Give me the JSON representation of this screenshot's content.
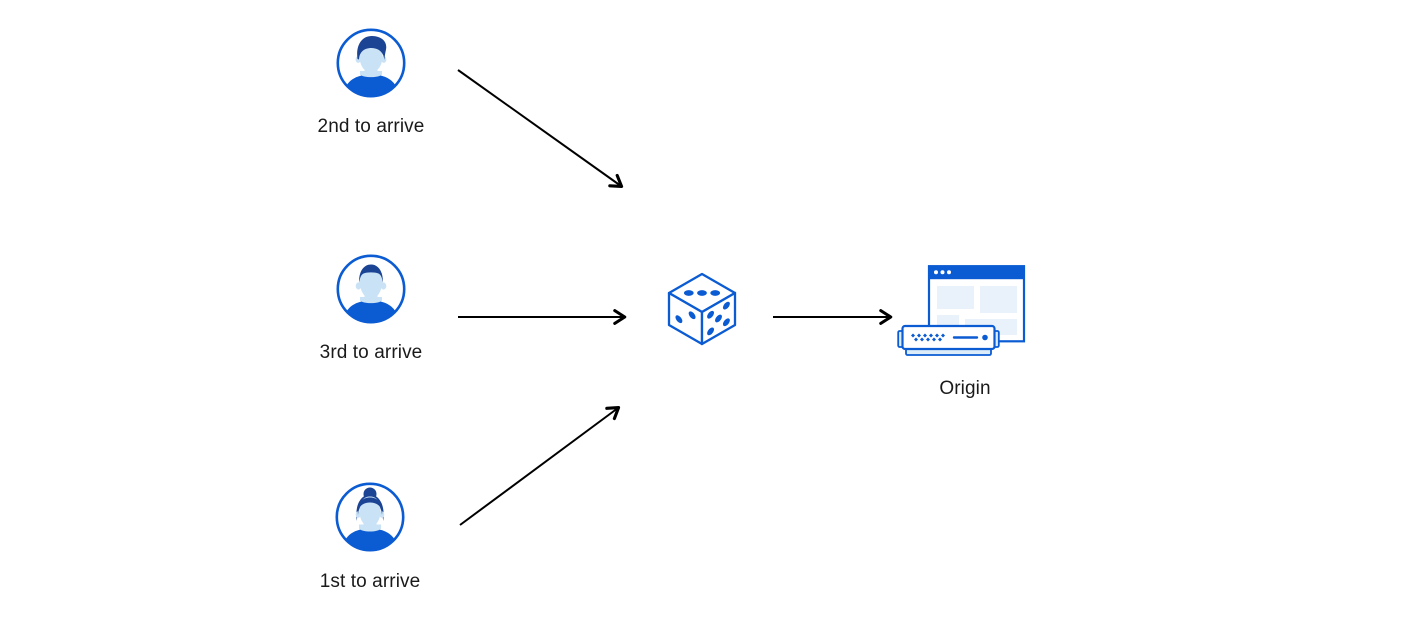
{
  "diagram": {
    "title": "",
    "type": "flow-diagram",
    "background": "#ffffff"
  },
  "colors": {
    "primary_blue": "#0b5bd3",
    "hair_navy": "#1c4494",
    "face_light_blue": "#c9e2f5",
    "panel_light_blue": "#e9f2fb",
    "server_base_blue": "#dcedf9",
    "arrow": "#000000",
    "label_text": "#1a1a1a"
  },
  "nodes": {
    "visitor_top": {
      "label": "2nd to arrive",
      "icon": "user-avatar-male-swept-hair-icon"
    },
    "visitor_middle": {
      "label": "3rd to arrive",
      "icon": "user-avatar-male-short-hair-icon"
    },
    "visitor_bottom": {
      "label": "1st to arrive",
      "icon": "user-avatar-female-bun-icon"
    },
    "selector": {
      "label": "",
      "icon": "dice-icon",
      "dice_faces": {
        "top_pips": 3,
        "left_pips": 2,
        "right_pips": 5
      }
    },
    "origin": {
      "label": "Origin",
      "icon": "origin-browser-server-icon"
    }
  },
  "edges": [
    {
      "from": "visitor_top",
      "to": "selector",
      "style": "straight-arrow"
    },
    {
      "from": "visitor_middle",
      "to": "selector",
      "style": "straight-arrow"
    },
    {
      "from": "visitor_bottom",
      "to": "selector",
      "style": "straight-arrow"
    },
    {
      "from": "selector",
      "to": "origin",
      "style": "straight-arrow"
    }
  ]
}
